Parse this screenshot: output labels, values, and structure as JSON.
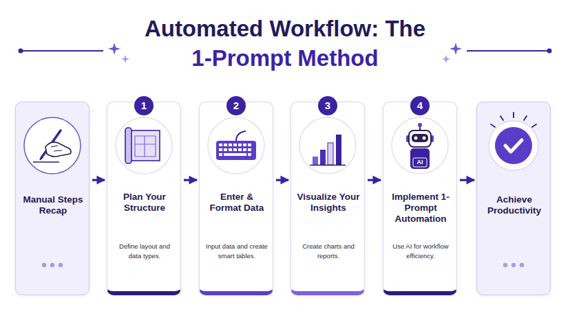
{
  "diagram": {
    "title": "Automated Workflow: The 1-Prompt Method",
    "nodes": [
      {
        "text": [
          "Manual Steps Recap"
        ]
      },
      {
        "text": [
          "1",
          "Plan Your Structure",
          "Define layout and data types."
        ]
      },
      {
        "text": [
          "2",
          "Enter & Format Data",
          "Input data and create smart tables."
        ]
      },
      {
        "text": [
          "3",
          "Visualize Your Insights",
          "Create charts and reports."
        ]
      },
      {
        "text": [
          "4",
          "Implement 1-Prompt Automation",
          "Use AI for workflow efficiency."
        ]
      },
      {
        "text": [
          "Achieve Productivity"
        ]
      }
    ],
    "edges": [
      {
        "from": 0,
        "to": 1,
        "arrow": "to"
      },
      {
        "from": 1,
        "to": 2,
        "arrow": "to"
      },
      {
        "from": 2,
        "to": 3,
        "arrow": "to"
      },
      {
        "from": 3,
        "to": 4,
        "arrow": "to"
      },
      {
        "from": 4,
        "to": 5,
        "arrow": "to"
      }
    ],
    "labels": [
      "AI"
    ]
  }
}
